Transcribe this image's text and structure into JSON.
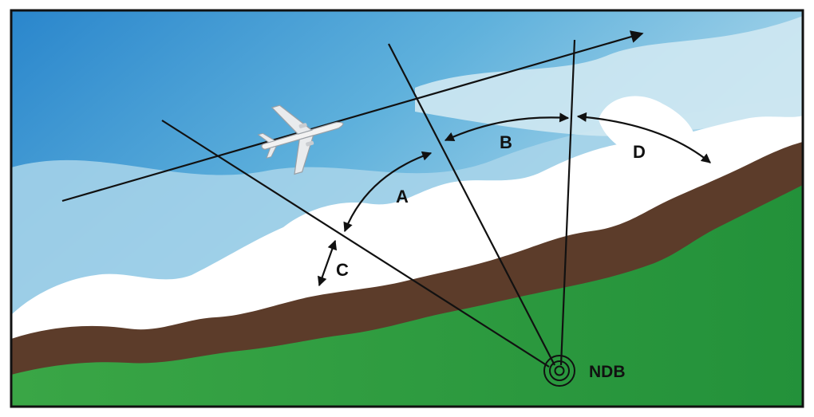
{
  "labels": {
    "a": "A",
    "b": "B",
    "c": "C",
    "d": "D",
    "station": "NDB"
  },
  "icons": {
    "aircraft": "airplane-icon",
    "beacon": "ndb-beacon-icon"
  },
  "colors": {
    "sky_deep": "#2f8fd0",
    "sky_light": "#bfe1ee",
    "cloud": "#ffffff",
    "terrain_brown": "#5c3c2a",
    "grass": "#2e9a3f",
    "line": "#111111"
  }
}
